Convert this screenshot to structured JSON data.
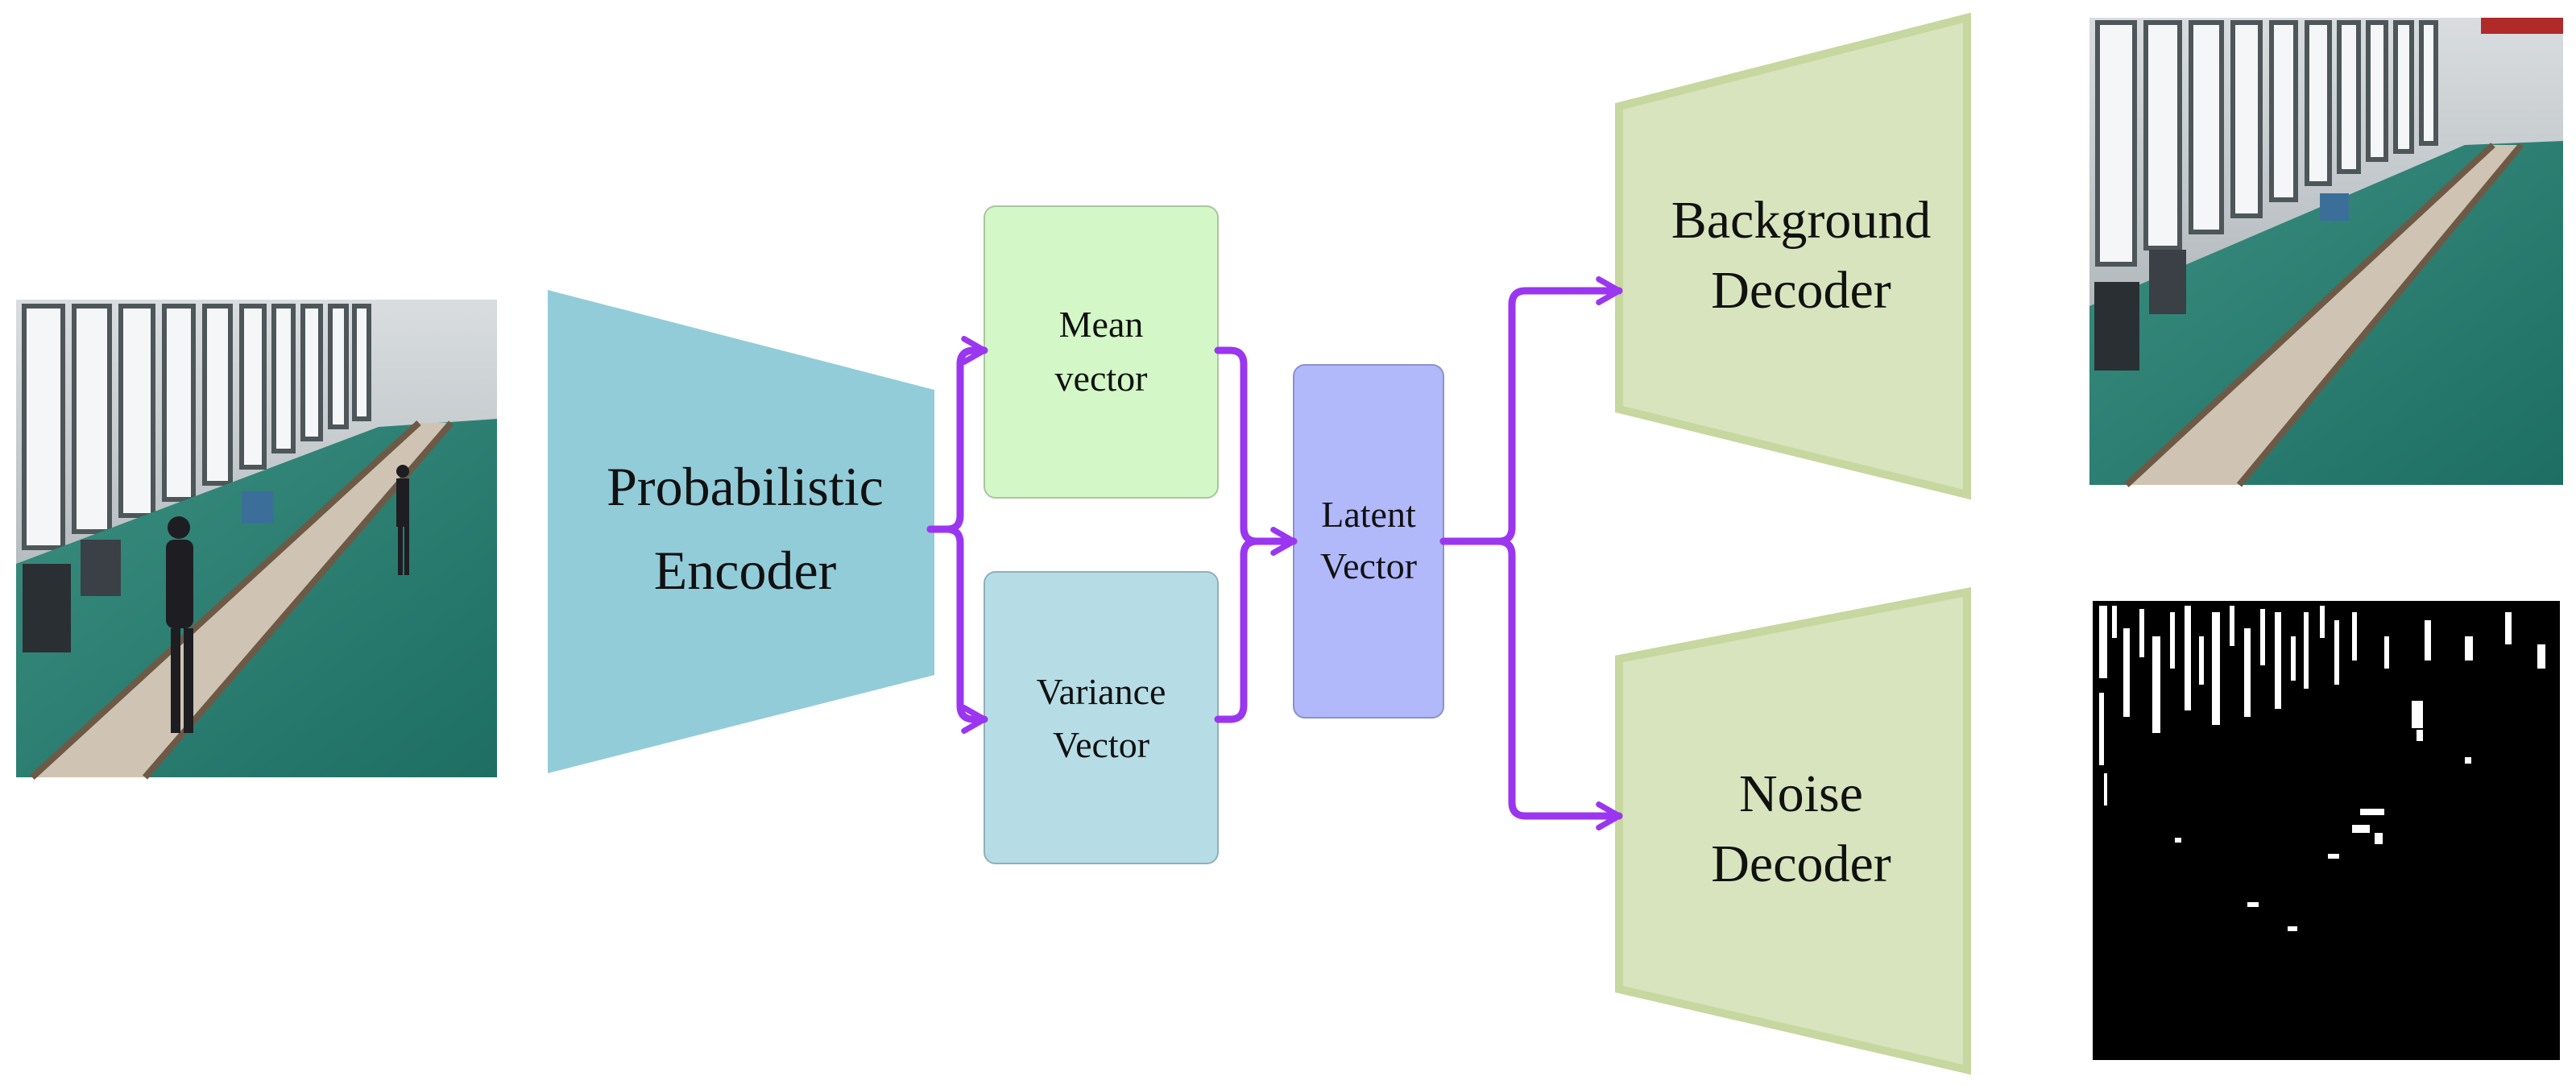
{
  "encoder": {
    "line1": "Probabilistic",
    "line2": "Encoder"
  },
  "mean_box": {
    "line1": "Mean",
    "line2": "vector"
  },
  "variance_box": {
    "line1": "Variance",
    "line2": "Vector"
  },
  "latent_box": {
    "line1": "Latent",
    "line2": "Vector"
  },
  "background_decoder": {
    "line1": "Background",
    "line2": "Decoder"
  },
  "noise_decoder": {
    "line1": "Noise",
    "line2": "Decoder"
  },
  "colors": {
    "encoder_fill": "#92ccd9",
    "mean_fill": "#d3f7c6",
    "variance_fill": "#b6dde6",
    "latent_fill": "#b1b9fb",
    "decoder_fill": "#d8e4bd",
    "decoder_stroke": "#c6d79f",
    "arrow": "#9b36f0"
  }
}
